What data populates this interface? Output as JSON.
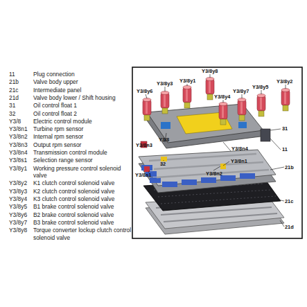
{
  "diagram": {
    "labels": [
      "11",
      "Plug connection",
      "21b",
      "Valve body upper",
      "21c",
      "Intermediate panel",
      "21d",
      "Valve body lower / Shift housing",
      "31",
      "Oil control float 1",
      "32",
      "Oil control float 2",
      "Y3/8",
      "Electric control module",
      "Y3/8n1",
      "Turbine rpm sensor",
      "Y3/8n2",
      "Internal rpm sensor",
      "Y3/8n3",
      "Output rpm sensor",
      "Y3/8n4",
      "Transmission control module",
      "Y3/8s1",
      "Selection range sensor",
      "Y3/8y1",
      "Working pressure control solenoid valve",
      "Y3/8y2",
      "K1 clutch control solenoid valve",
      "Y3/8y3",
      "K2 clutch control solenoid valve",
      "Y3/8y4",
      "K3 clutch control solenoid valve",
      "Y3/8y5",
      "B1 brake control solenoid valve",
      "Y3/8y6",
      "B2 brake control solenoid valve",
      "Y3/8y7",
      "B3 brake control solenoid valve",
      "Y3/8y8",
      "Torque converter lockup clutch control solenoid valve",
      "Y3/8y8",
      "Y3/8y3",
      "Y3/8y1",
      "Y3/8y6",
      "Y3/8y4",
      "Y3/8y7",
      "Y3/8y5",
      "Y3/8y2",
      "Y3/8n3",
      "Y3/8",
      "32",
      "Y3/8n4",
      "Y3/8n1",
      "Y3/8s1",
      "Y3/8n2",
      "31",
      "11",
      "21b",
      "21c",
      "21d"
    ]
  }
}
